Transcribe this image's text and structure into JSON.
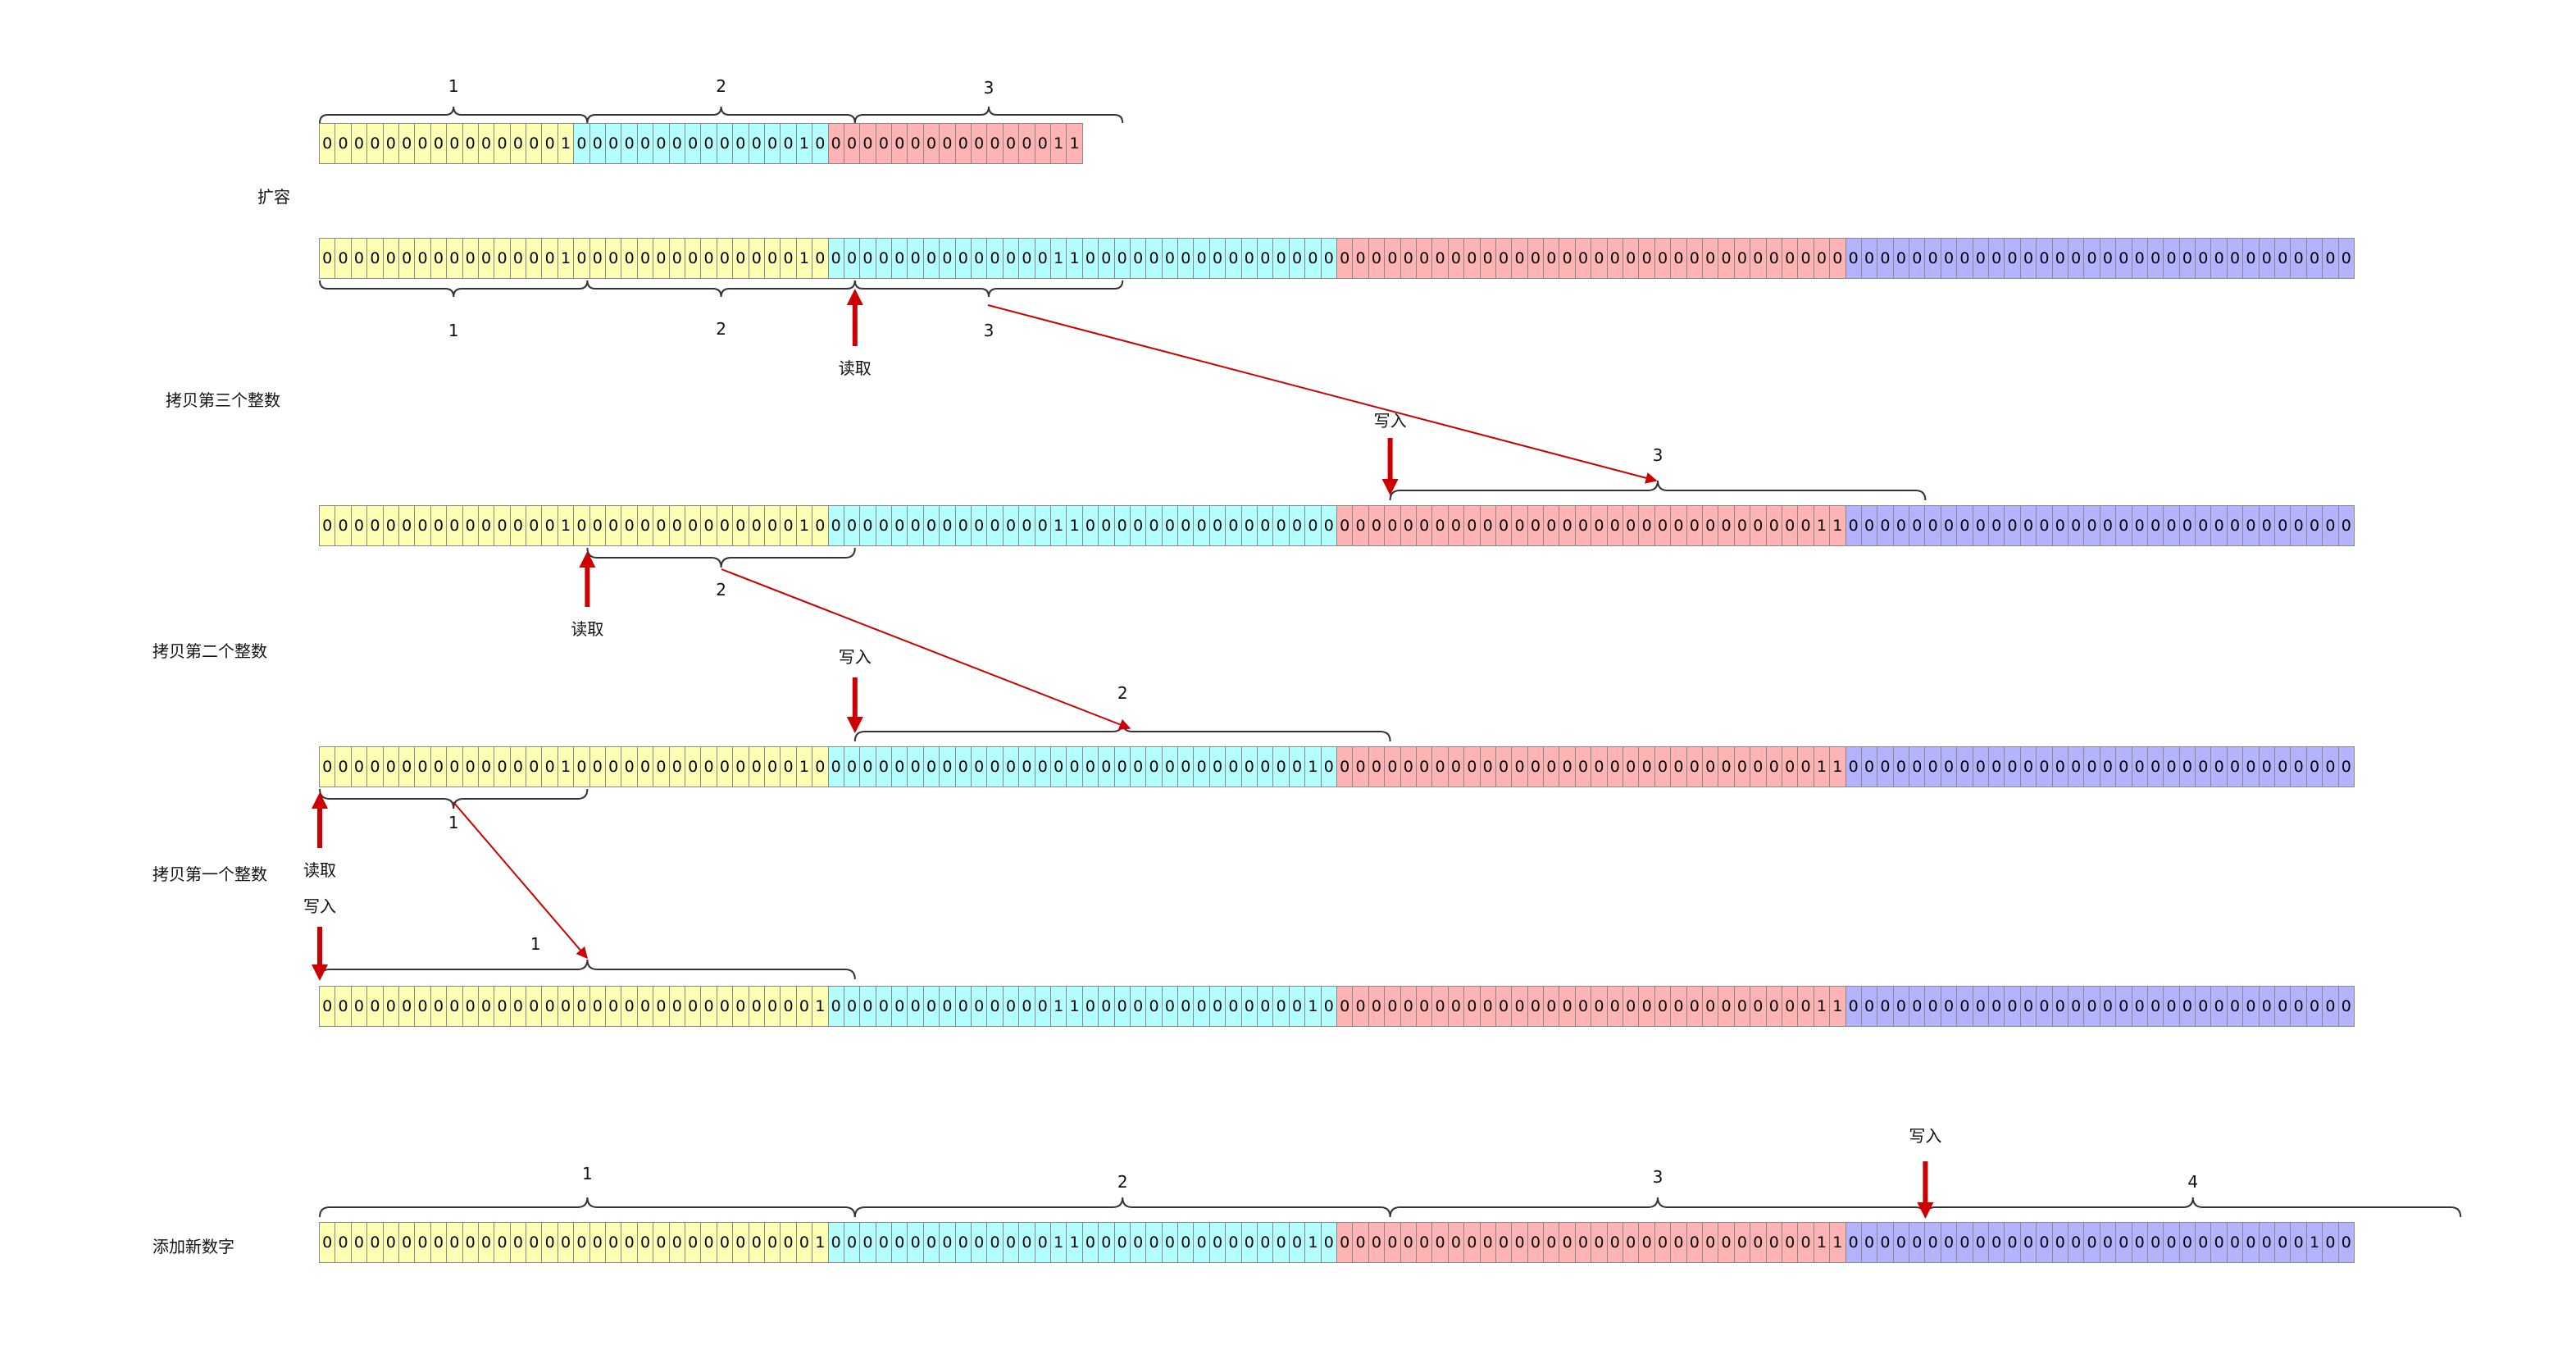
{
  "colors": {
    "group1": "#ffffb3",
    "group2": "#b3ffff",
    "group3": "#ffb3b3",
    "group4": "#b3b3ff",
    "arrow": "#cc0000",
    "brace": "#333333"
  },
  "steps": {
    "expand": "扩容",
    "copy3": "拷贝第三个整数",
    "copy2": "拷贝第二个整数",
    "copy1": "拷贝第一个整数",
    "append": "添加新数字"
  },
  "pointers": {
    "read": "读取",
    "write": "写入"
  },
  "brace_labels": {
    "one": "1",
    "two": "2",
    "three": "3",
    "four": "4"
  },
  "rows": [
    {
      "id": "original",
      "segments": [
        {
          "group": 1,
          "bits": "0000000000000001"
        },
        {
          "group": 2,
          "bits": "0000000000000010"
        },
        {
          "group": 3,
          "bits": "0000000000000011"
        }
      ]
    },
    {
      "id": "expanded",
      "segments": [
        {
          "group": 1,
          "bits": "00000000000000010000000000000010"
        },
        {
          "group": 2,
          "bits": "00000000000000110000000000000000"
        },
        {
          "group": 3,
          "bits": "00000000000000000000000000000000"
        },
        {
          "group": 4,
          "bits": "00000000000000000000000000000000"
        }
      ]
    },
    {
      "id": "after-copy3",
      "segments": [
        {
          "group": 1,
          "bits": "00000000000000010000000000000010"
        },
        {
          "group": 2,
          "bits": "00000000000000110000000000000000"
        },
        {
          "group": 3,
          "bits": "00000000000000000000000000000011"
        },
        {
          "group": 4,
          "bits": "00000000000000000000000000000000"
        }
      ]
    },
    {
      "id": "after-copy2",
      "segments": [
        {
          "group": 1,
          "bits": "00000000000000010000000000000010"
        },
        {
          "group": 2,
          "bits": "00000000000000000000000000000010"
        },
        {
          "group": 3,
          "bits": "00000000000000000000000000000011"
        },
        {
          "group": 4,
          "bits": "00000000000000000000000000000000"
        }
      ]
    },
    {
      "id": "after-copy1",
      "segments": [
        {
          "group": 1,
          "bits": "00000000000000000000000000000001"
        },
        {
          "group": 2,
          "bits": "00000000000000110000000000000010"
        },
        {
          "group": 3,
          "bits": "00000000000000000000000000000011"
        },
        {
          "group": 4,
          "bits": "00000000000000000000000000000000"
        }
      ]
    },
    {
      "id": "after-append",
      "segments": [
        {
          "group": 1,
          "bits": "00000000000000000000000000000001"
        },
        {
          "group": 2,
          "bits": "00000000000000110000000000000010"
        },
        {
          "group": 3,
          "bits": "00000000000000000000000000000011"
        },
        {
          "group": 4,
          "bits": "00000000000000000000000000000100"
        }
      ]
    }
  ]
}
